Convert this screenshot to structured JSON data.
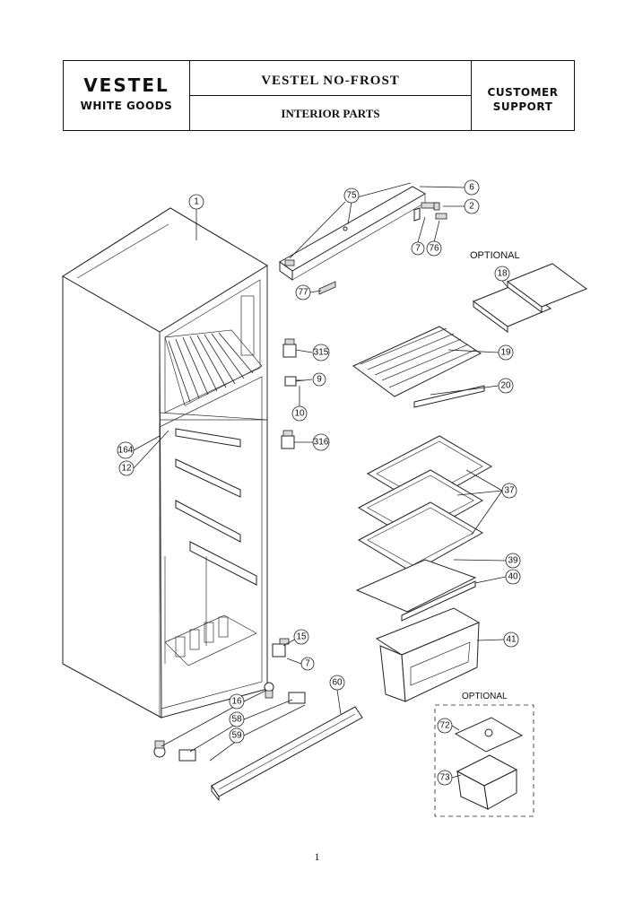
{
  "header": {
    "brand": "VESTEL",
    "brand_subtitle": "WHITE GOODS",
    "title": "VESTEL  NO-FROST",
    "subtitle": "INTERIOR PARTS",
    "support_line1": "CUSTOMER",
    "support_line2": "SUPPORT"
  },
  "optional_labels": [
    "OPTIONAL",
    "OPTIONAL"
  ],
  "callouts": [
    "1",
    "75",
    "6",
    "2",
    "7",
    "76",
    "77",
    "18",
    "315",
    "19",
    "9",
    "20",
    "10",
    "316",
    "164",
    "12",
    "37",
    "39",
    "40",
    "15",
    "7",
    "41",
    "16",
    "60",
    "58",
    "59",
    "72",
    "73"
  ],
  "page_number": "1"
}
